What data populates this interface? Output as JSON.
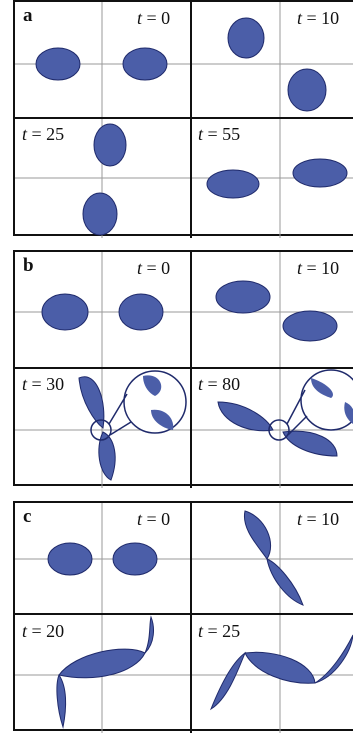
{
  "colors": {
    "blob": "#4b5ea8",
    "blob_light": "#c9d2ee",
    "outline": "#1f2a6b",
    "grid": "#9a9a9a",
    "frame": "#111111"
  },
  "panels": [
    {
      "label": "a",
      "quadrants": [
        {
          "t": "t = 0"
        },
        {
          "t": "t = 10"
        },
        {
          "t": "t = 25"
        },
        {
          "t": "t = 55"
        }
      ]
    },
    {
      "label": "b",
      "quadrants": [
        {
          "t": "t = 0"
        },
        {
          "t": "t = 10"
        },
        {
          "t": "t = 30"
        },
        {
          "t": "t = 80"
        }
      ]
    },
    {
      "label": "c",
      "quadrants": [
        {
          "t": "t = 0"
        },
        {
          "t": "t = 10"
        },
        {
          "t": "t = 20"
        },
        {
          "t": "t = 25"
        }
      ]
    }
  ]
}
